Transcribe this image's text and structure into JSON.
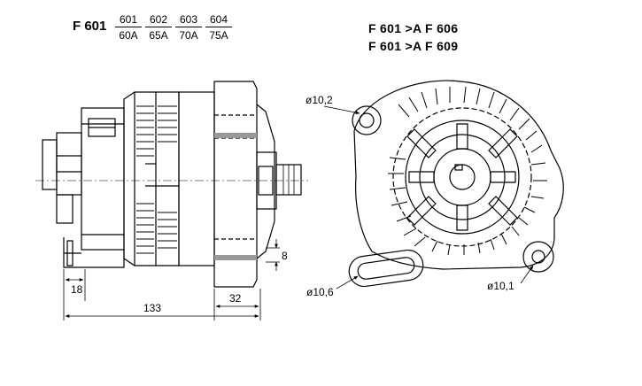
{
  "header": {
    "model": "F 601",
    "variants": [
      {
        "code": "601",
        "amps": "60A"
      },
      {
        "code": "602",
        "amps": "65A"
      },
      {
        "code": "603",
        "amps": "70A"
      },
      {
        "code": "604",
        "amps": "75A"
      }
    ],
    "ranges": [
      "F 601 >A F 606",
      "F 601 >A F 609"
    ]
  },
  "dimensions": {
    "width_18": "18",
    "width_133": "133",
    "width_32": "32",
    "offset_8": "8",
    "hole_top": "ø10,2",
    "hole_left_slot": "ø10,6",
    "hole_right": "ø10,1"
  }
}
